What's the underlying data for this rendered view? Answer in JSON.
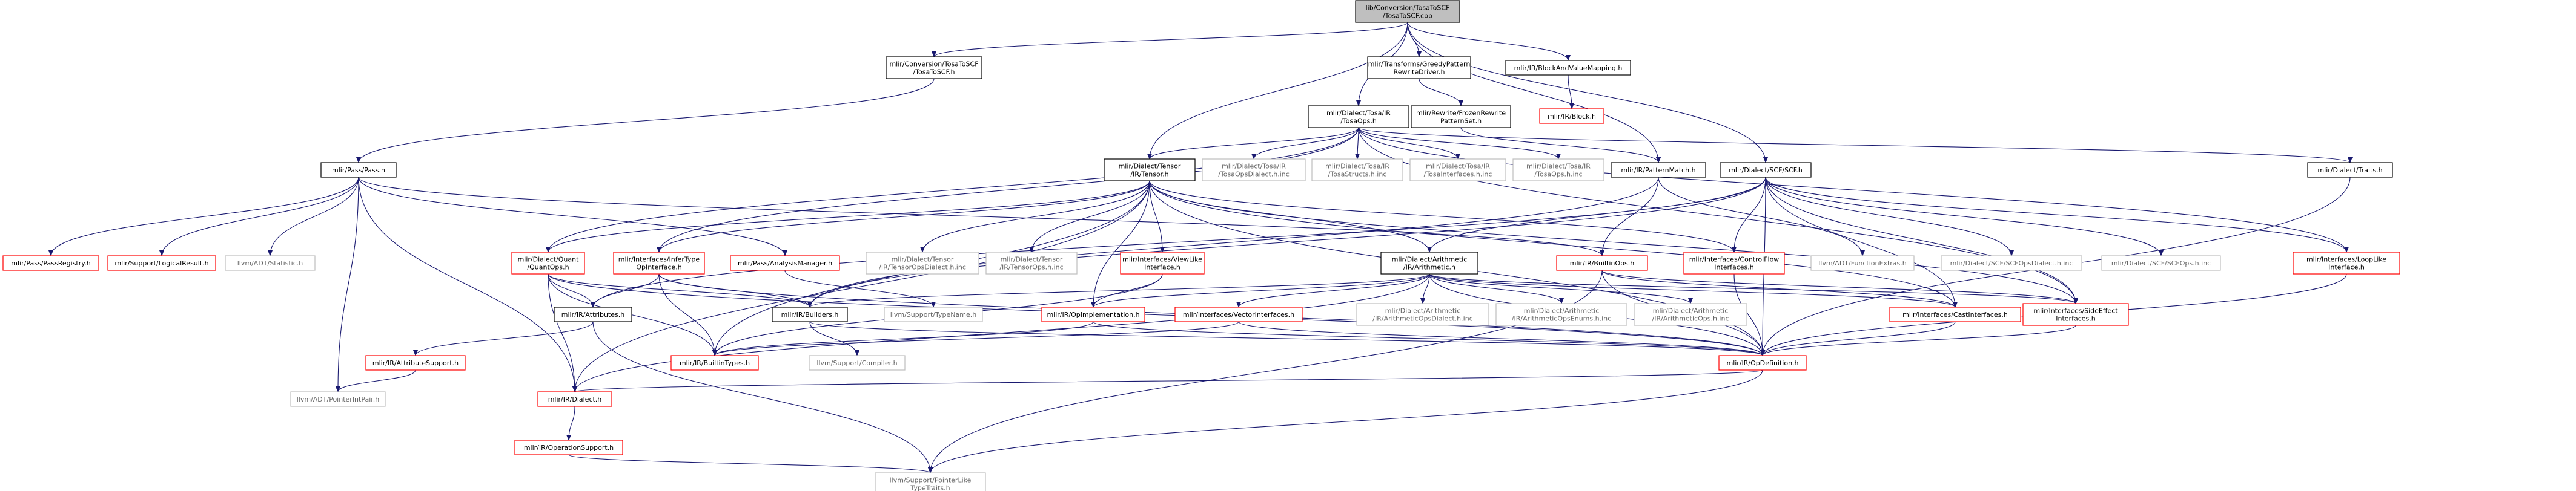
{
  "title": "lib/Conversion/TosaToSCF/TosaToSCF.cpp",
  "colors": {
    "edge": "#191970",
    "border_black": "#000000",
    "border_red": "#ff0000",
    "border_gray": "#bfbfbf",
    "root_fill": "#bfbfbf",
    "text_dark": "#000000",
    "text_gray": "#666666"
  },
  "nodes": [
    {
      "id": "root",
      "lines": [
        "lib/Conversion/TosaToSCF",
        "/TosaToSCF.cpp"
      ],
      "style": "root"
    },
    {
      "id": "tosascf_h",
      "lines": [
        "mlir/Conversion/TosaToSCF",
        "/TosaToSCF.h"
      ],
      "style": "black"
    },
    {
      "id": "greedy",
      "lines": [
        "mlir/Transforms/GreedyPattern",
        "RewriteDriver.h"
      ],
      "style": "black"
    },
    {
      "id": "bvmapping",
      "lines": [
        "mlir/IR/BlockAndValueMapping.h"
      ],
      "style": "black"
    },
    {
      "id": "block",
      "lines": [
        "mlir/IR/Block.h"
      ],
      "style": "red"
    },
    {
      "id": "tosaops",
      "lines": [
        "mlir/Dialect/Tosa/IR",
        "/TosaOps.h"
      ],
      "style": "black"
    },
    {
      "id": "frozen",
      "lines": [
        "mlir/Rewrite/FrozenRewrite",
        "PatternSet.h"
      ],
      "style": "black"
    },
    {
      "id": "pass",
      "lines": [
        "mlir/Pass/Pass.h"
      ],
      "style": "black"
    },
    {
      "id": "tensor",
      "lines": [
        "mlir/Dialect/Tensor",
        "/IR/Tensor.h"
      ],
      "style": "black"
    },
    {
      "id": "tosaopsdialect",
      "lines": [
        "mlir/Dialect/Tosa/IR",
        "/TosaOpsDialect.h.inc"
      ],
      "style": "gray"
    },
    {
      "id": "tosastructs",
      "lines": [
        "mlir/Dialect/Tosa/IR",
        "/TosaStructs.h.inc"
      ],
      "style": "gray"
    },
    {
      "id": "tosainterfaces",
      "lines": [
        "mlir/Dialect/Tosa/IR",
        "/TosaInterfaces.h.inc"
      ],
      "style": "gray"
    },
    {
      "id": "tosaopsinc",
      "lines": [
        "mlir/Dialect/Tosa/IR",
        "/TosaOps.h.inc"
      ],
      "style": "gray"
    },
    {
      "id": "patternmatch",
      "lines": [
        "mlir/IR/PatternMatch.h"
      ],
      "style": "black"
    },
    {
      "id": "scf",
      "lines": [
        "mlir/Dialect/SCF/SCF.h"
      ],
      "style": "black"
    },
    {
      "id": "traits",
      "lines": [
        "mlir/Dialect/Traits.h"
      ],
      "style": "black"
    },
    {
      "id": "passregistry",
      "lines": [
        "mlir/Pass/PassRegistry.h"
      ],
      "style": "red"
    },
    {
      "id": "logicalresult",
      "lines": [
        "mlir/Support/LogicalResult.h"
      ],
      "style": "red"
    },
    {
      "id": "statistic",
      "lines": [
        "llvm/ADT/Statistic.h"
      ],
      "style": "gray"
    },
    {
      "id": "quantops",
      "lines": [
        "mlir/Dialect/Quant",
        "/QuantOps.h"
      ],
      "style": "red"
    },
    {
      "id": "infertype",
      "lines": [
        "mlir/Interfaces/InferType",
        "OpInterface.h"
      ],
      "style": "red"
    },
    {
      "id": "analysismgr",
      "lines": [
        "mlir/Pass/AnalysisManager.h"
      ],
      "style": "red"
    },
    {
      "id": "tensordialect",
      "lines": [
        "mlir/Dialect/Tensor",
        "/IR/TensorOpsDialect.h.inc"
      ],
      "style": "gray"
    },
    {
      "id": "tensorops",
      "lines": [
        "mlir/Dialect/Tensor",
        "/IR/TensorOps.h.inc"
      ],
      "style": "gray"
    },
    {
      "id": "viewlike",
      "lines": [
        "mlir/Interfaces/ViewLike",
        "Interface.h"
      ],
      "style": "red"
    },
    {
      "id": "arith",
      "lines": [
        "mlir/Dialect/Arithmetic",
        "/IR/Arithmetic.h"
      ],
      "style": "black"
    },
    {
      "id": "builtinops",
      "lines": [
        "mlir/IR/BuiltinOps.h"
      ],
      "style": "red"
    },
    {
      "id": "controlflow",
      "lines": [
        "mlir/Interfaces/ControlFlow",
        "Interfaces.h"
      ],
      "style": "red"
    },
    {
      "id": "functionextras",
      "lines": [
        "llvm/ADT/FunctionExtras.h"
      ],
      "style": "gray"
    },
    {
      "id": "scfopsdialect",
      "lines": [
        "mlir/Dialect/SCF/SCFOpsDialect.h.inc"
      ],
      "style": "gray"
    },
    {
      "id": "scfopsinc",
      "lines": [
        "mlir/Dialect/SCF/SCFOps.h.inc"
      ],
      "style": "gray"
    },
    {
      "id": "looplike",
      "lines": [
        "mlir/Interfaces/LoopLike",
        "Interface.h"
      ],
      "style": "red"
    },
    {
      "id": "attributes",
      "lines": [
        "mlir/IR/Attributes.h"
      ],
      "style": "black"
    },
    {
      "id": "builders",
      "lines": [
        "mlir/IR/Builders.h"
      ],
      "style": "black"
    },
    {
      "id": "typename",
      "lines": [
        "llvm/Support/TypeName.h"
      ],
      "style": "gray"
    },
    {
      "id": "opimpl",
      "lines": [
        "mlir/IR/OpImplementation.h"
      ],
      "style": "red"
    },
    {
      "id": "vectorinterfaces",
      "lines": [
        "mlir/Interfaces/VectorInterfaces.h"
      ],
      "style": "red"
    },
    {
      "id": "arithopsdialect",
      "lines": [
        "mlir/Dialect/Arithmetic",
        "/IR/ArithmeticOpsDialect.h.inc"
      ],
      "style": "gray"
    },
    {
      "id": "arithenums",
      "lines": [
        "mlir/Dialect/Arithmetic",
        "/IR/ArithmeticOpsEnums.h.inc"
      ],
      "style": "gray"
    },
    {
      "id": "arithopsinc",
      "lines": [
        "mlir/Dialect/Arithmetic",
        "/IR/ArithmeticOps.h.inc"
      ],
      "style": "gray"
    },
    {
      "id": "castinterfaces",
      "lines": [
        "mlir/Interfaces/CastInterfaces.h"
      ],
      "style": "red"
    },
    {
      "id": "sideeffect",
      "lines": [
        "mlir/Interfaces/SideEffect",
        "Interfaces.h"
      ],
      "style": "red"
    },
    {
      "id": "attrsupport",
      "lines": [
        "mlir/IR/AttributeSupport.h"
      ],
      "style": "red"
    },
    {
      "id": "builtintypes",
      "lines": [
        "mlir/IR/BuiltinTypes.h"
      ],
      "style": "red"
    },
    {
      "id": "compiler",
      "lines": [
        "llvm/Support/Compiler.h"
      ],
      "style": "gray"
    },
    {
      "id": "opdefinition",
      "lines": [
        "mlir/IR/OpDefinition.h"
      ],
      "style": "red"
    },
    {
      "id": "pointerintpair",
      "lines": [
        "llvm/ADT/PointerIntPair.h"
      ],
      "style": "gray"
    },
    {
      "id": "dialect",
      "lines": [
        "mlir/IR/Dialect.h"
      ],
      "style": "red"
    },
    {
      "id": "opsupport",
      "lines": [
        "mlir/IR/OperationSupport.h"
      ],
      "style": "red"
    },
    {
      "id": "pointerlike",
      "lines": [
        "llvm/Support/PointerLike",
        "TypeTraits.h"
      ],
      "style": "gray"
    }
  ],
  "edges": [
    [
      "root",
      "tosascf_h"
    ],
    [
      "root",
      "greedy"
    ],
    [
      "root",
      "bvmapping"
    ],
    [
      "root",
      "tosaops"
    ],
    [
      "root",
      "tensor"
    ],
    [
      "root",
      "patternmatch"
    ],
    [
      "root",
      "scf"
    ],
    [
      "tosascf_h",
      "pass"
    ],
    [
      "greedy",
      "frozen"
    ],
    [
      "frozen",
      "patternmatch"
    ],
    [
      "bvmapping",
      "block"
    ],
    [
      "tosaops",
      "tensor"
    ],
    [
      "tosaops",
      "tosaopsdialect"
    ],
    [
      "tosaops",
      "tosastructs"
    ],
    [
      "tosaops",
      "tosainterfaces"
    ],
    [
      "tosaops",
      "tosaopsinc"
    ],
    [
      "tosaops",
      "traits"
    ],
    [
      "tosaops",
      "quantops"
    ],
    [
      "tosaops",
      "infertype"
    ],
    [
      "tosaops",
      "looplike"
    ],
    [
      "tosaops",
      "sideeffect"
    ],
    [
      "pass",
      "passregistry"
    ],
    [
      "pass",
      "logicalresult"
    ],
    [
      "pass",
      "statistic"
    ],
    [
      "pass",
      "analysismgr"
    ],
    [
      "pass",
      "pointerintpair"
    ],
    [
      "pass",
      "dialect"
    ],
    [
      "pass",
      "builtinops"
    ],
    [
      "tensor",
      "tensordialect"
    ],
    [
      "tensor",
      "tensorops"
    ],
    [
      "tensor",
      "viewlike"
    ],
    [
      "tensor",
      "arith"
    ],
    [
      "tensor",
      "quantops"
    ],
    [
      "tensor",
      "infertype"
    ],
    [
      "tensor",
      "controlflow"
    ],
    [
      "tensor",
      "castinterfaces"
    ],
    [
      "tensor",
      "sideeffect"
    ],
    [
      "tensor",
      "builtintypes"
    ],
    [
      "tensor",
      "opimpl"
    ],
    [
      "tensor",
      "opdefinition"
    ],
    [
      "tensor",
      "dialect"
    ],
    [
      "patternmatch",
      "builtinops"
    ],
    [
      "patternmatch",
      "functionextras"
    ],
    [
      "patternmatch",
      "builders"
    ],
    [
      "scf",
      "scfopsdialect"
    ],
    [
      "scf",
      "scfopsinc"
    ],
    [
      "scf",
      "looplike"
    ],
    [
      "scf",
      "controlflow"
    ],
    [
      "scf",
      "arith"
    ],
    [
      "scf",
      "sideeffect"
    ],
    [
      "scf",
      "builders"
    ],
    [
      "scf",
      "castinterfaces"
    ],
    [
      "scf",
      "opdefinition"
    ],
    [
      "scf",
      "attributes"
    ],
    [
      "traits",
      "opdefinition"
    ],
    [
      "quantops",
      "attributes"
    ],
    [
      "quantops",
      "builders"
    ],
    [
      "quantops",
      "dialect"
    ],
    [
      "quantops",
      "opdefinition"
    ],
    [
      "quantops",
      "builtintypes"
    ],
    [
      "infertype",
      "attributes"
    ],
    [
      "infertype",
      "builders"
    ],
    [
      "infertype",
      "builtintypes"
    ],
    [
      "infertype",
      "opdefinition"
    ],
    [
      "analysismgr",
      "typename"
    ],
    [
      "viewlike",
      "builtintypes"
    ],
    [
      "viewlike",
      "opimpl"
    ],
    [
      "arith",
      "vectorinterfaces"
    ],
    [
      "arith",
      "arithopsdialect"
    ],
    [
      "arith",
      "arithenums"
    ],
    [
      "arith",
      "arithopsinc"
    ],
    [
      "arith",
      "castinterfaces"
    ],
    [
      "arith",
      "sideeffect"
    ],
    [
      "arith",
      "opimpl"
    ],
    [
      "arith",
      "dialect"
    ],
    [
      "arith",
      "opdefinition"
    ],
    [
      "arith",
      "builders"
    ],
    [
      "builtinops",
      "castinterfaces"
    ],
    [
      "builtinops",
      "sideeffect"
    ],
    [
      "builtinops",
      "opdefinition"
    ],
    [
      "builtinops",
      "pointerlike"
    ],
    [
      "controlflow",
      "opdefinition"
    ],
    [
      "looplike",
      "opdefinition"
    ],
    [
      "attributes",
      "attrsupport"
    ],
    [
      "attributes",
      "pointerlike"
    ],
    [
      "builders",
      "opdefinition"
    ],
    [
      "builders",
      "compiler"
    ],
    [
      "opimpl",
      "builtintypes"
    ],
    [
      "opimpl",
      "opdefinition"
    ],
    [
      "vectorinterfaces",
      "builtintypes"
    ],
    [
      "vectorinterfaces",
      "opdefinition"
    ],
    [
      "castinterfaces",
      "opdefinition"
    ],
    [
      "sideeffect",
      "opdefinition"
    ],
    [
      "attrsupport",
      "pointerintpair"
    ],
    [
      "opdefinition",
      "dialect"
    ],
    [
      "opdefinition",
      "pointerlike"
    ],
    [
      "dialect",
      "opsupport"
    ],
    [
      "opsupport",
      "pointerlike"
    ]
  ]
}
